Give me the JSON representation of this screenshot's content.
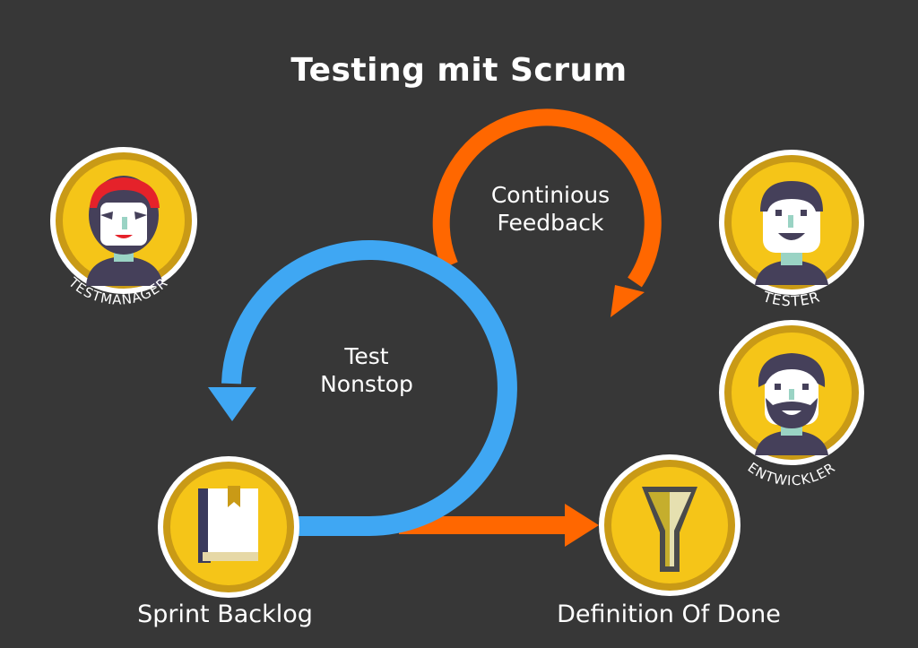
{
  "title": "Testing mit Scrum",
  "loops": {
    "inner": {
      "line1": "Test",
      "line2": "Nonstop"
    },
    "outer": {
      "line1": "Continious",
      "line2": "Feedback"
    }
  },
  "nodes": {
    "sprint_backlog": "Sprint Backlog",
    "definition_of_done": "Definition Of Done"
  },
  "roles": {
    "testmanager": "TESTMANAGER",
    "tester": "TESTER",
    "entwickler": "ENTWICKLER"
  },
  "colors": {
    "background": "#373737",
    "blue": "#3fa7f3",
    "orange": "#ff6700",
    "gold": "#f5c518",
    "gold_ring": "#c99a16"
  }
}
